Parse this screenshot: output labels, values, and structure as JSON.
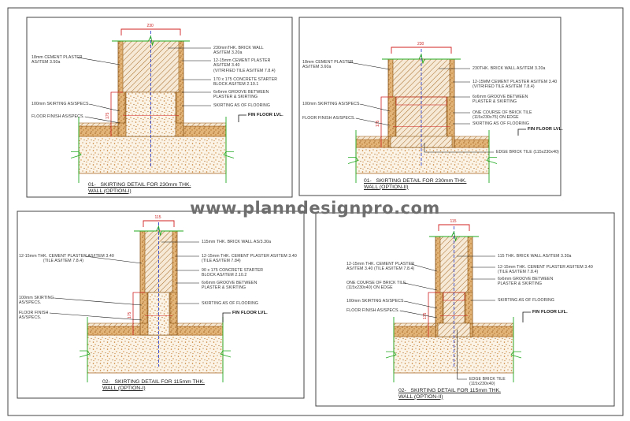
{
  "watermark": "www.planndesignpro.com",
  "colors": {
    "plaster": "#c98f45",
    "speckle": "#c47a2c",
    "hatch": "#a86a28",
    "centerline": "#3344cc",
    "dimension": "#d02020",
    "breakline": "#22aa22",
    "frame": "#444444"
  },
  "panels": [
    {
      "title": "01-   SKIRTING DETAIL FOR 230mm THK.\nWALL (OPTION-I)",
      "dim_width": "230",
      "dim_height": "175",
      "left_labels": [
        "18mm CEMENT PLASTER\nAS/ITEM 3.50a",
        "100mm SKIRTING AS/SPECS.",
        "FLOOR FINISH AS/SPECS."
      ],
      "right_labels": [
        "230mmTHK. BRICK WALL\nAS/ITEM 3.20a",
        "12-15mm CEMENT PLASTER\nAS/ITEM 3.40\n(VITRIFIED TILE AS/ITEM 7.8.4)",
        "170 x 175 CONCRETE STARTER\nBLOCK AS/ITEM 2.10.1",
        "6x6mm GROOVE BETWEEN\nPLASTER & SKIRTING",
        "SKIRTING AS OF FLOORING"
      ],
      "fin_floor": "FIN FLOOR LVL."
    },
    {
      "title": "01-   SKIRTING DETAIL FOR 230mm THK.\nWALL (OPTION-II)",
      "dim_width": "230",
      "dim_height": "175",
      "left_labels": [
        "18mm CEMENT PLASTER\nAS/ITEM 3.60a",
        "100mm SKIRTING AS/SPECS.",
        "FLOOR FINISH AS/SPECS."
      ],
      "right_labels": [
        "230THK. BRICK WALL AS/ITEM 3.20a",
        "12-15MM CEMENT PLASTER AS/ITEM 3.40\n(VITRIFIED TILE AS/ITEM 7.8.4)",
        "6x6mm GROOVE BETWEEN\nPLASTER & SKIRTING",
        "ONE COURSE OF BRICK TILE\n(115x230x75) ON EDGE",
        "SKIRTING AS OF FLOORING"
      ],
      "fin_floor": "FIN FLOOR LVL.",
      "edge_tile": "EDGE BRICK TILE (115x230x40)"
    },
    {
      "title": "02-   SKIRTING DETAIL FOR 115mm THK.\nWALL (OPTION-I)",
      "dim_width": "115",
      "dim_height": "175",
      "left_labels": [
        "12-15mm THK. CEMENT PLASTER AS/ITEM 3.40\n                    (TILE AS/ITEM 7.8.4)",
        "100mm SKIRTING\nAS/SPECS.",
        "FLOOR FINISH\nAS/SPECS."
      ],
      "right_labels": [
        "115mm THK. BRICK WALL AS/3.30a",
        "12-15mm THK. CEMENT PLASTER AS/ITEM 3.40\n(TILE AS/ITEM 7.84)",
        "90 x 175 CONCRETE STARTER\nBLOCK AS/ITEM 2.10.2",
        "6x6mm GROOVE BETWEEN\nPLASTER & SKIRTING",
        "SKIRTING AS OF FLOORING"
      ],
      "fin_floor": "FIN FLOOR LVL."
    },
    {
      "title": "02-   SKIRTING DETAIL FOR 115mm THK.\nWALL (OPTION-II)",
      "dim_width": "115",
      "dim_height": "175",
      "left_labels": [
        "12-15mm THK. CEMENT PLASTER\nAS/ITEM 3.40 (TILE AS/ITEM 7.8.4)",
        "ONE COURSE OF BRICK TILE\n(115x230x40) ON EDGE",
        "100mm SKIRTING AS/SPECS.",
        "FLOOR FINISH AS/SPECS."
      ],
      "right_labels": [
        "115 THK. BRICK WALL AS/ITEM 3.30a",
        "12-15mm THK. CEMENT PLASTER AS/ITEM 3.40\n(TILE AS/ITEM 7.8.4)",
        "6x6mm GROOVE BETWEEN\nPLASTER & SKIRTING",
        "SKIRTING AS OF FLOORING"
      ],
      "fin_floor": "FIN FLOOR LVL.",
      "edge_tile": "EDGE BRICK TILE\n(115x230x40)"
    }
  ]
}
